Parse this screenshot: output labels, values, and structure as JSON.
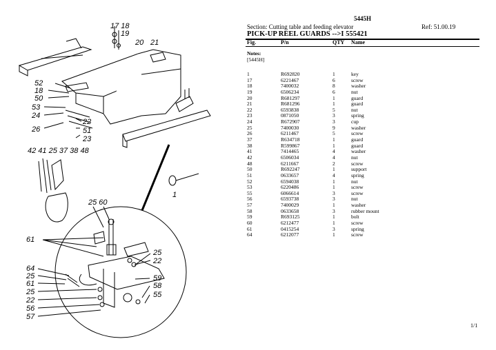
{
  "header": {
    "code": "5445H",
    "section": "Section: Cutting table and feeding elevator",
    "ref": "Ref: 51.00.19",
    "title": "PICK-UP REEL GUARDS -->I 555421"
  },
  "columns": {
    "fig": "Fig.",
    "pn": "P/n",
    "qty": "QTY",
    "name": "Name"
  },
  "notes": {
    "label": "Notes:",
    "text": "[5445H]"
  },
  "parts": [
    {
      "fig": "1",
      "pn": "R692820",
      "qty": "1",
      "name": "key"
    },
    {
      "fig": "17",
      "pn": "6221467",
      "qty": "6",
      "name": "screw"
    },
    {
      "fig": "18",
      "pn": "7400032",
      "qty": "8",
      "name": "washer"
    },
    {
      "fig": "19",
      "pn": "6506234",
      "qty": "6",
      "name": "nut"
    },
    {
      "fig": "20",
      "pn": "R681297",
      "qty": "1",
      "name": "guard"
    },
    {
      "fig": "21",
      "pn": "R681296",
      "qty": "1",
      "name": "guard"
    },
    {
      "fig": "22",
      "pn": "6593838",
      "qty": "5",
      "name": "nut"
    },
    {
      "fig": "23",
      "pn": "0871050",
      "qty": "3",
      "name": "spring"
    },
    {
      "fig": "24",
      "pn": "R672907",
      "qty": "3",
      "name": "cup"
    },
    {
      "fig": "25",
      "pn": "7400030",
      "qty": "9",
      "name": "washer"
    },
    {
      "fig": "26",
      "pn": "6211467",
      "qty": "5",
      "name": "screw"
    },
    {
      "fig": "37",
      "pn": "R634718",
      "qty": "1",
      "name": "guard"
    },
    {
      "fig": "38",
      "pn": "R599867",
      "qty": "1",
      "name": "guard"
    },
    {
      "fig": "41",
      "pn": "7414465",
      "qty": "4",
      "name": "washer"
    },
    {
      "fig": "42",
      "pn": "6506034",
      "qty": "4",
      "name": "nut"
    },
    {
      "fig": "48",
      "pn": "6211667",
      "qty": "2",
      "name": "screw"
    },
    {
      "fig": "50",
      "pn": "R692247",
      "qty": "1",
      "name": "support"
    },
    {
      "fig": "51",
      "pn": "0633657",
      "qty": "4",
      "name": "spring"
    },
    {
      "fig": "52",
      "pn": "6594038",
      "qty": "1",
      "name": "nut"
    },
    {
      "fig": "53",
      "pn": "6220486",
      "qty": "1",
      "name": "screw"
    },
    {
      "fig": "55",
      "pn": "6066614",
      "qty": "3",
      "name": "screw"
    },
    {
      "fig": "56",
      "pn": "6593738",
      "qty": "3",
      "name": "nut"
    },
    {
      "fig": "57",
      "pn": "7400029",
      "qty": "1",
      "name": "washer"
    },
    {
      "fig": "58",
      "pn": "0633658",
      "qty": "3",
      "name": "rubber mount"
    },
    {
      "fig": "59",
      "pn": "R693125",
      "qty": "1",
      "name": "bolt"
    },
    {
      "fig": "60",
      "pn": "6212477",
      "qty": "1",
      "name": "screw"
    },
    {
      "fig": "61",
      "pn": "0415254",
      "qty": "3",
      "name": "spring"
    },
    {
      "fig": "64",
      "pn": "6212077",
      "qty": "1",
      "name": "screw"
    }
  ],
  "diagram_labels": {
    "l17_18": "17 18",
    "l19": "19",
    "l20": "20",
    "l21": "21",
    "l52": "52",
    "l18": "18",
    "l50": "50",
    "l53": "53",
    "l24": "24",
    "l26": "26",
    "l22": "22",
    "l51": "51",
    "l23": "23",
    "l42_48": "42 41 25 37 38 48",
    "l1": "1",
    "l25_60": "25 60",
    "l61": "61",
    "l25b": "25",
    "l22b": "22",
    "l64": "64",
    "l25c": "25",
    "l61b": "61",
    "l25d": "25",
    "l22c": "22",
    "l56": "56",
    "l57": "57",
    "l59": "59",
    "l58": "58",
    "l55": "55"
  },
  "page_number": "1/1"
}
